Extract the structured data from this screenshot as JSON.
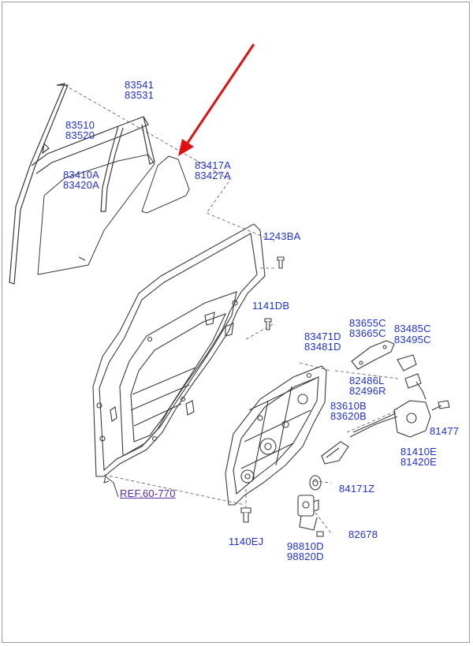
{
  "colors": {
    "label": "#1f2fd1",
    "reference": "#5a2ca8",
    "line_art": "#3a3a3a",
    "arrow": "#e01010"
  },
  "labels": {
    "p83541": "83541",
    "p83531": "83531",
    "p83510": "83510",
    "p83520": "83520",
    "p83410A": "83410A",
    "p83420A": "83420A",
    "p83417A": "83417A",
    "p83427A": "83427A",
    "p1243BA": "1243BA",
    "p1141DB": "1141DB",
    "p83471D": "83471D",
    "p83481D": "83481D",
    "p83655C": "83655C",
    "p83665C": "83665C",
    "p83485C": "83485C",
    "p83495C": "83495C",
    "p82486L": "82486L",
    "p82496R": "82496R",
    "p83610B": "83610B",
    "p83620B": "83620B",
    "p81477": "81477",
    "p81410E": "81410E",
    "p81420E": "81420E",
    "p84171Z": "84171Z",
    "p82678": "82678",
    "p98810D": "98810D",
    "p98820D": "98820D",
    "p1140EJ": "1140EJ",
    "ref": "REF.60-770"
  },
  "icons": {
    "highlight": "red-arrow-icon",
    "fasteners": "bolt-icon"
  }
}
